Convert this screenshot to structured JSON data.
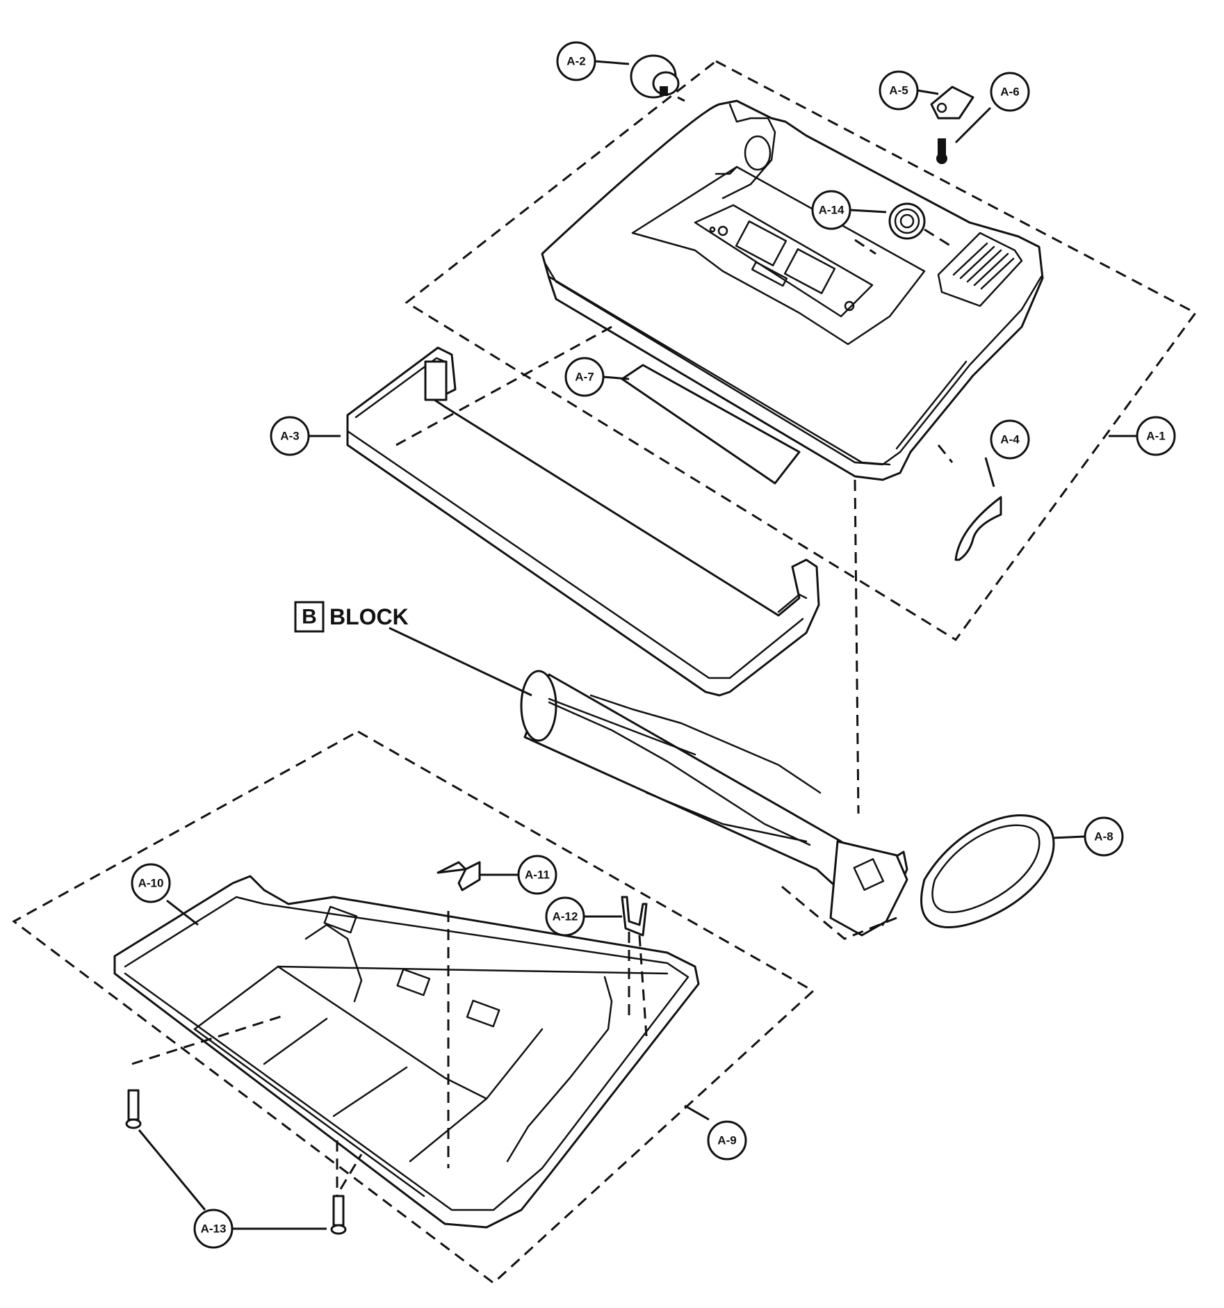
{
  "colors": {
    "ink": "#111111",
    "paper": "#ffffff"
  },
  "block": {
    "letter": "B",
    "label": "BLOCK"
  },
  "callouts": {
    "a1": "A-1",
    "a2": "A-2",
    "a3": "A-3",
    "a4": "A-4",
    "a5": "A-5",
    "a6": "A-6",
    "a7": "A-7",
    "a8": "A-8",
    "a9": "A-9",
    "a10": "A-10",
    "a11": "A-11",
    "a12": "A-12",
    "a13": "A-13",
    "a14": "A-14"
  }
}
